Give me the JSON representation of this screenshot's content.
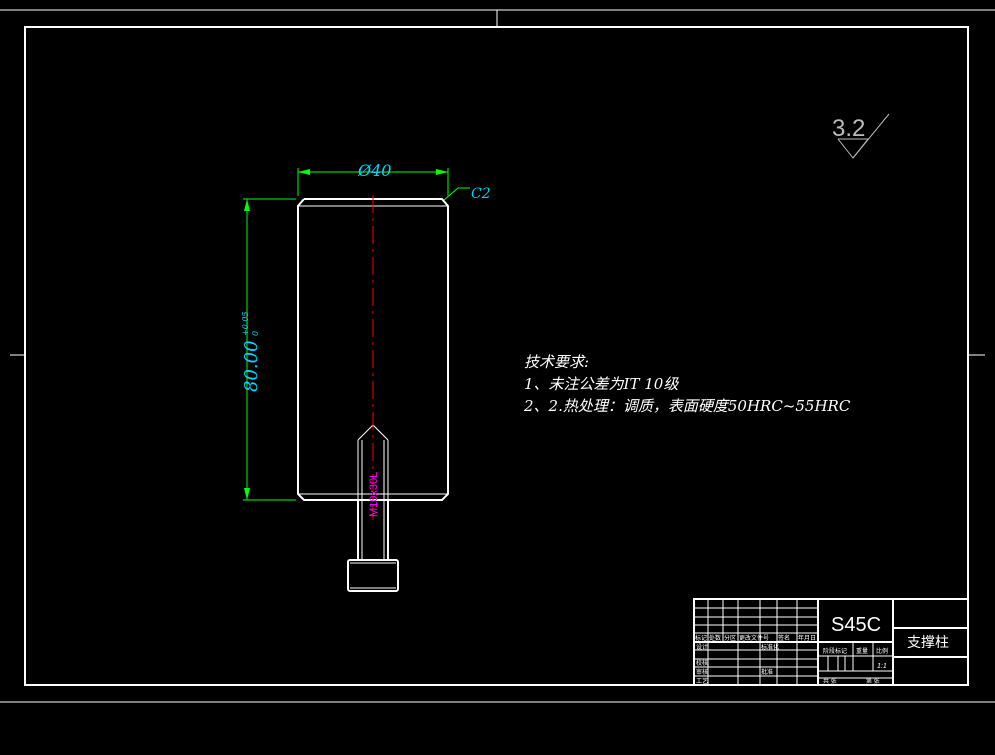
{
  "drawing": {
    "roughness_value": "3.2",
    "diameter_dim": "Ø40",
    "chamfer_label": "C2",
    "length_dim": "80.00",
    "length_tol_upper": "+0.05",
    "length_tol_lower": "0",
    "thread_label": "M10x30L",
    "notes": {
      "title": "技术要求:",
      "line1": "1、未注公差为IT 10级",
      "line2": "2、2.热处理：调质，表面硬度50HRC~55HRC"
    }
  },
  "title_block": {
    "material": "S45C",
    "part_name": "支撑柱",
    "scale_value": "1:1",
    "stage_mark_header": "阶段标记",
    "weight_header": "重量",
    "scale_header": "比例",
    "sheet_total": "共  张",
    "sheet_no": "第  张",
    "rev_headers": [
      "标记",
      "处数",
      "分区",
      "更改文件号",
      "签名",
      "年月日"
    ],
    "role_labels": [
      "设计",
      "校核",
      "审核",
      "工艺"
    ],
    "role_labels_2": [
      "标准化",
      "",
      "批准",
      ""
    ],
    "colors": {
      "frame": "#ffffff",
      "dimension_text": "#00d8ff",
      "dimension_line": "#00ff00",
      "centerline": "#ff0000",
      "thread_text": "#ff00ff"
    }
  }
}
